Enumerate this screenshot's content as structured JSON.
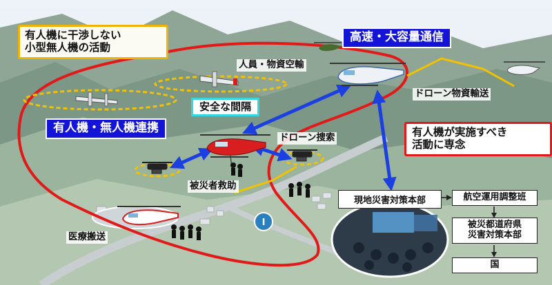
{
  "labels": {
    "small_uav_activity": "有人機に干渉しない\n小型無人機の活動",
    "high_speed_comm": "高速・大容量通信",
    "personnel_cargo_transport": "人員・物資空輸",
    "drone_cargo_transport": "ドローン物資輸送",
    "safe_interval": "安全な間隔",
    "manned_unmanned_cooperation": "有人機・無人機連携",
    "drone_search": "ドローン捜索",
    "manned_focus": "有人機が実施すべき\n活動に専念",
    "disaster_rescue": "被災者救助",
    "medical_transport": "医療搬送"
  },
  "flow": {
    "local_hq": "現地災害対策本部",
    "air_coordination": "航空運用調整班",
    "prefecture_hq": "被災都道府県\n災害対策本部",
    "national": "国"
  },
  "colors": {
    "operation_zone": "#e11919",
    "comm_link": "#1b3fe0",
    "manned_uav_box": "#f0b400",
    "safe_interval_box": "#35d6de",
    "drone_route": "#f2c200"
  }
}
